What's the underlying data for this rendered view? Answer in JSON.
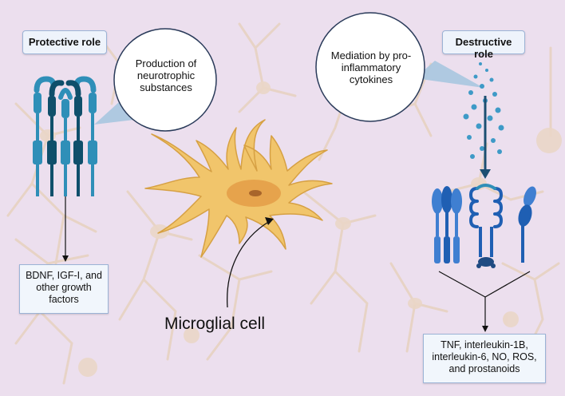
{
  "left": {
    "role_label": "Protective role",
    "bubble_text": "Production of neurotrophic substances",
    "output_text": "BDNF, IGF-I, and other growth factors"
  },
  "right": {
    "role_label": "Destructive role",
    "bubble_text": "Mediation by pro-inflammatory cytokines",
    "output_text": "TNF, interleukin-1B, interleukin-6, NO, ROS, and prostanoids"
  },
  "center": {
    "cell_label": "Microglial cell"
  },
  "colors": {
    "background": "#ecdfee",
    "neuron_faint": "#e6d2c2",
    "microglia_body": "#f1c56b",
    "microglia_outline": "#d6a043",
    "nucleus": "#e0953c",
    "receptor_light": "#2f8fb8",
    "receptor_dark": "#0f4f6b",
    "receptor_blue": "#3f7fd1",
    "box_border": "#9bb3d6"
  }
}
